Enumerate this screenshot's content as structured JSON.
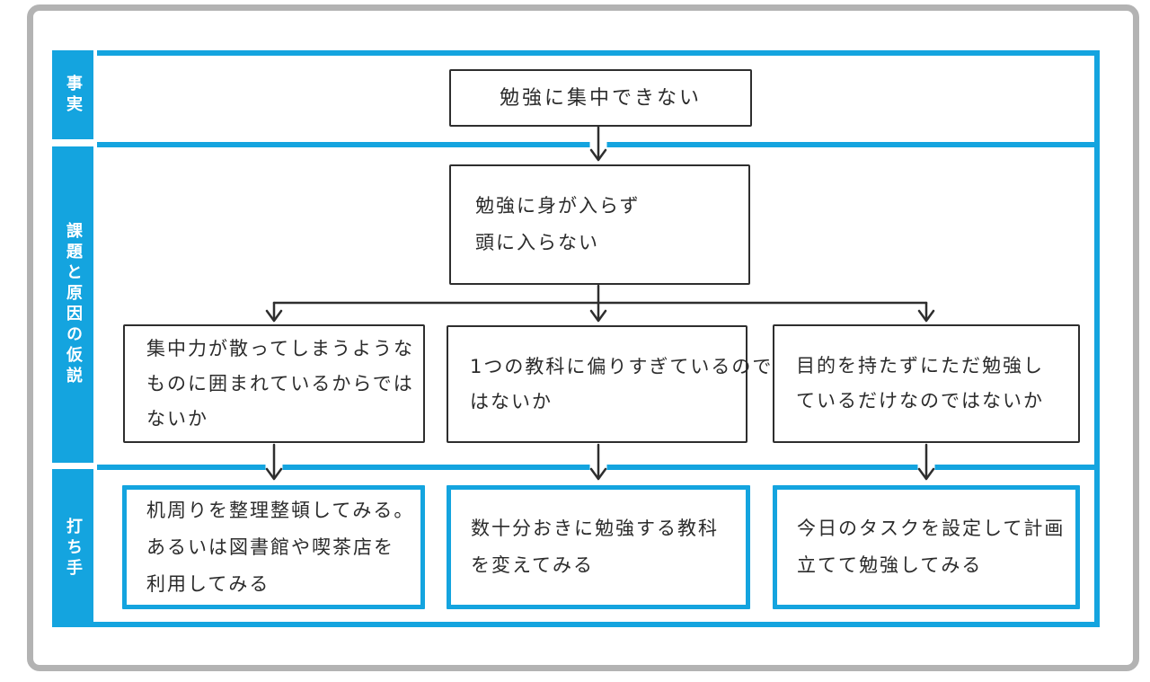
{
  "colors": {
    "accent_blue": "#14a4df",
    "frame_gray": "#b3b3b3",
    "ink_black": "#2e2e2e",
    "background": "#ffffff",
    "sidebar_text": "#ffffff"
  },
  "sections": [
    {
      "label": "事実"
    },
    {
      "label": "課題と原因の仮説"
    },
    {
      "label": "打ち手"
    }
  ],
  "nodes": {
    "fact": {
      "lines": [
        "勉強に集中できない"
      ]
    },
    "problem": {
      "lines": [
        "勉強に身が入らず",
        "頭に入らない"
      ]
    },
    "hypotheses": [
      {
        "lines": [
          "集中力が散ってしまうような",
          "ものに囲まれているからでは",
          "ないか"
        ]
      },
      {
        "lines": [
          "1つの教科に偏りすぎているので",
          "はないか"
        ]
      },
      {
        "lines": [
          "目的を持たずにただ勉強し",
          "ているだけなのではないか"
        ]
      }
    ],
    "actions": [
      {
        "lines": [
          "机周りを整理整頓してみる。",
          "あるいは図書館や喫茶店を",
          "利用してみる"
        ]
      },
      {
        "lines": [
          "数十分おきに勉強する教科",
          "を変えてみる"
        ]
      },
      {
        "lines": [
          "今日のタスクを設定して計画",
          "立てて勉強してみる"
        ]
      }
    ]
  }
}
